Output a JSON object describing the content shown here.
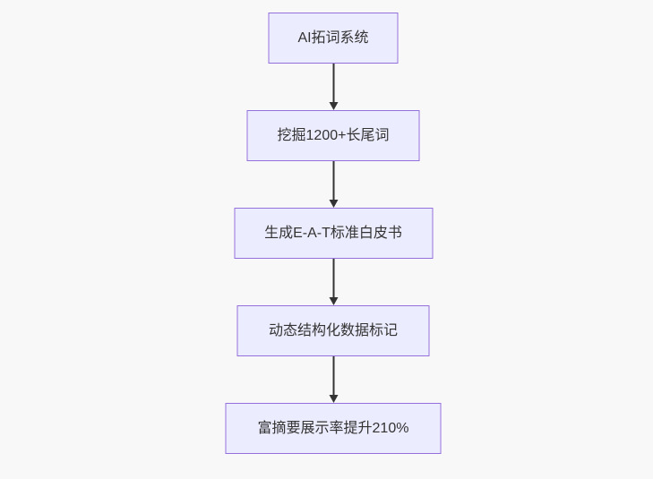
{
  "diagram": {
    "type": "flowchart",
    "direction": "top-down",
    "colors": {
      "bg": "#f8f8f8",
      "fill": "#ECECFF",
      "stroke": "#9370DB",
      "text": "#333333",
      "arrow": "#333333"
    },
    "nodes": [
      {
        "id": "n1",
        "label": "AI拓词系统"
      },
      {
        "id": "n2",
        "label": "挖掘1200+长尾词"
      },
      {
        "id": "n3",
        "label": "生成E-A-T标准白皮书"
      },
      {
        "id": "n4",
        "label": "动态结构化数据标记"
      },
      {
        "id": "n5",
        "label": "富摘要展示率提升210%"
      }
    ],
    "edges": [
      {
        "from": "n1",
        "to": "n2"
      },
      {
        "from": "n2",
        "to": "n3"
      },
      {
        "from": "n3",
        "to": "n4"
      },
      {
        "from": "n4",
        "to": "n5"
      }
    ]
  }
}
